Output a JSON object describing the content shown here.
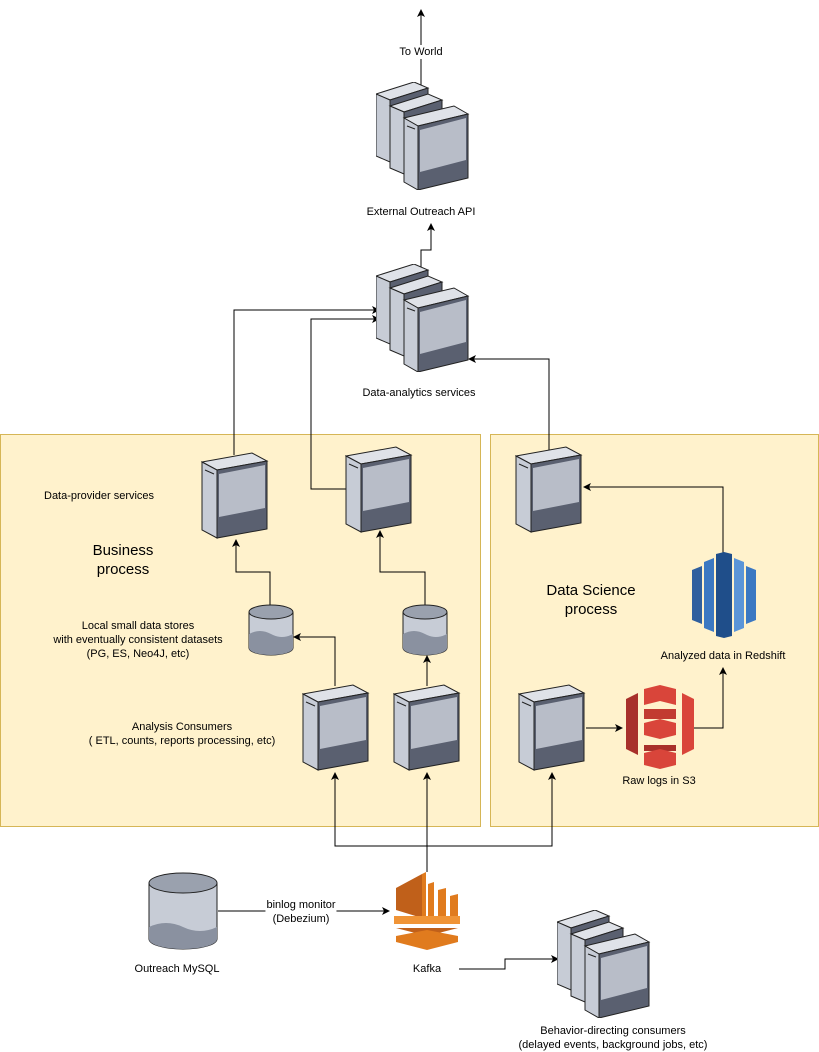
{
  "colors": {
    "region_fill": "#fff2cc",
    "region_border": "#d6b656",
    "server_front": "#c7ccd6",
    "server_side": "#5a6070",
    "kafka_orange": "#e07b1e",
    "s3_red": "#d9453a",
    "redshift_blue": "#3b78c2"
  },
  "icons": {
    "server": "server-icon",
    "server_stack": "server-stack-icon",
    "database": "database-icon",
    "kafka": "kafka-icon",
    "s3": "s3-bucket-icon",
    "redshift": "redshift-icon"
  },
  "labels": {
    "to_world": "To World",
    "external_api": "External Outreach API",
    "data_analytics": "Data-analytics services",
    "data_provider": "Data-provider services",
    "business_process": [
      "Business",
      "process"
    ],
    "local_stores": [
      "Local small data stores",
      "with eventually consistent datasets",
      "(PG, ES, Neo4J, etc)"
    ],
    "analysis_consumers": [
      "Analysis Consumers",
      "( ETL, counts, reports processing, etc)"
    ],
    "data_science_process": [
      "Data Science",
      "process"
    ],
    "analyzed_redshift": "Analyzed data in Redshift",
    "raw_logs_s3": "Raw logs in S3",
    "outreach_mysql": "Outreach MySQL",
    "binlog_monitor": [
      "binlog monitor",
      "(Debezium)"
    ],
    "kafka": "Kafka",
    "behavior_consumers": [
      "Behavior-directing consumers",
      "(delayed events, background jobs, etc)"
    ]
  }
}
